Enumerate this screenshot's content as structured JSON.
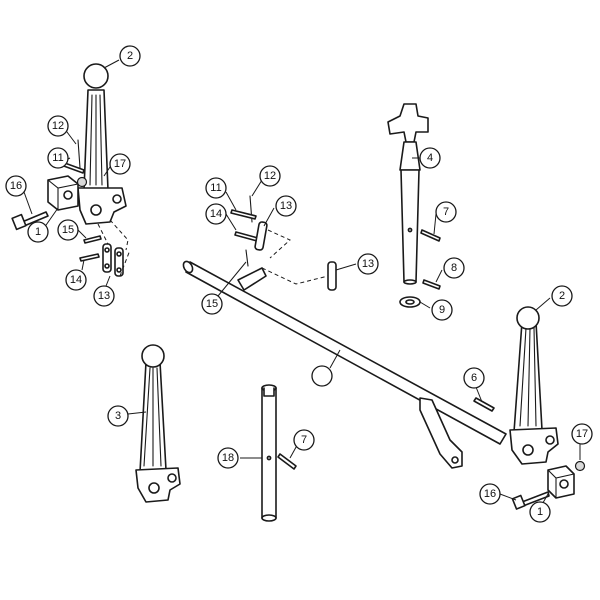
{
  "diagram": {
    "callouts": [
      {
        "id": "c-2-top-left",
        "label": "2"
      },
      {
        "id": "c-12-left",
        "label": "12"
      },
      {
        "id": "c-11-left",
        "label": "11"
      },
      {
        "id": "c-17-left",
        "label": "17"
      },
      {
        "id": "c-16-left",
        "label": "16"
      },
      {
        "id": "c-1-left",
        "label": "1"
      },
      {
        "id": "c-15-left",
        "label": "15"
      },
      {
        "id": "c-14-left",
        "label": "14"
      },
      {
        "id": "c-13-left",
        "label": "13"
      },
      {
        "id": "c-11-mid",
        "label": "11"
      },
      {
        "id": "c-12-mid",
        "label": "12"
      },
      {
        "id": "c-14-mid",
        "label": "14"
      },
      {
        "id": "c-13-mid",
        "label": "13"
      },
      {
        "id": "c-13-dash",
        "label": "13"
      },
      {
        "id": "c-15-mid",
        "label": "15"
      },
      {
        "id": "c-4",
        "label": "4"
      },
      {
        "id": "c-7-top",
        "label": "7"
      },
      {
        "id": "c-8",
        "label": "8"
      },
      {
        "id": "c-9",
        "label": "9"
      },
      {
        "id": "c-2-right",
        "label": "2"
      },
      {
        "id": "c-blank",
        "label": ""
      },
      {
        "id": "c-6",
        "label": "6"
      },
      {
        "id": "c-3",
        "label": "3"
      },
      {
        "id": "c-18",
        "label": "18"
      },
      {
        "id": "c-7-bottom",
        "label": "7"
      },
      {
        "id": "c-17-right",
        "label": "17"
      },
      {
        "id": "c-16-right",
        "label": "16"
      },
      {
        "id": "c-1-right",
        "label": "1"
      }
    ]
  }
}
